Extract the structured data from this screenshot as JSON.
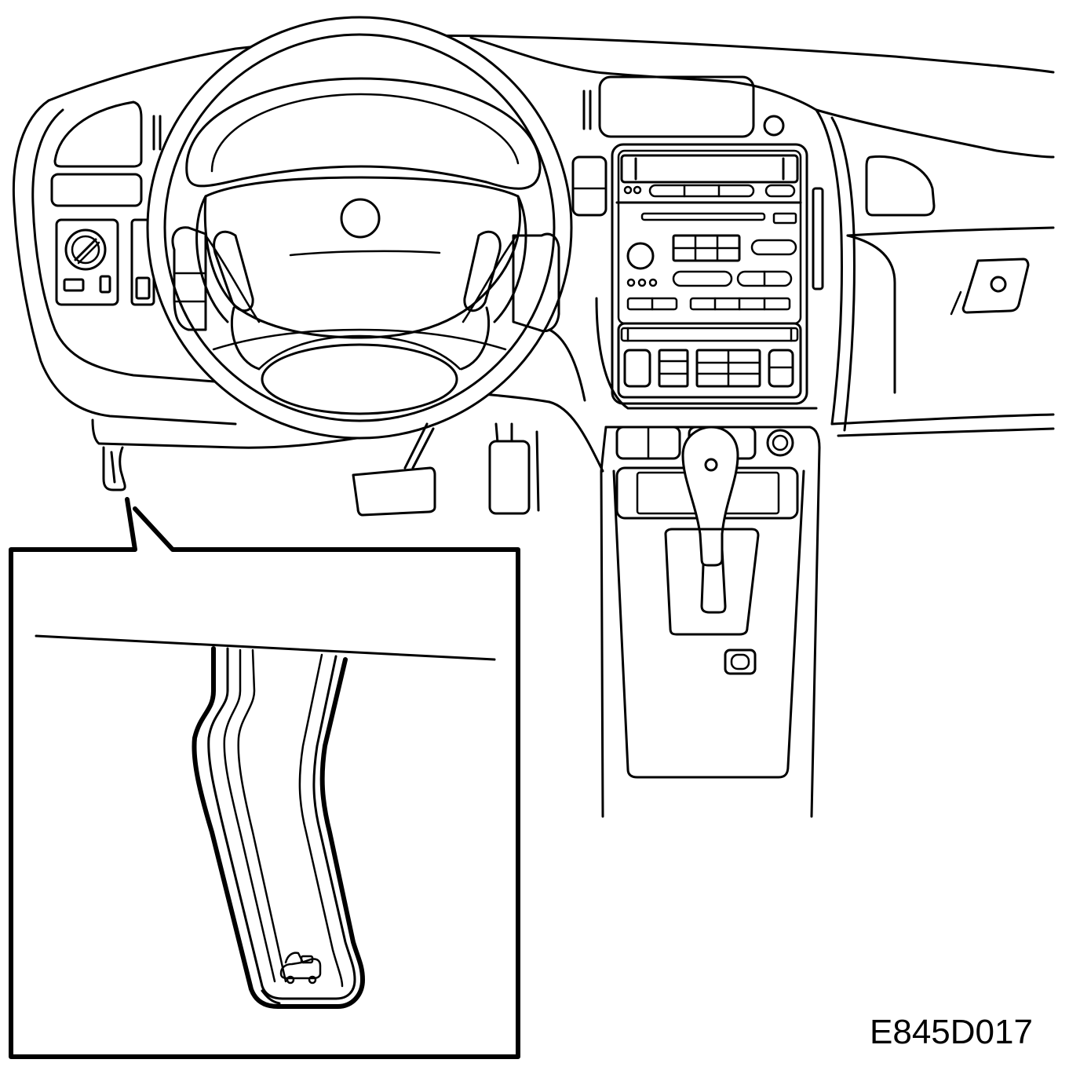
{
  "figure": {
    "id_label": "E845D017"
  },
  "parts": {
    "dashboard": "dashboard",
    "steering_wheel": "steering-wheel",
    "center_console": "center-console",
    "gear_lever": "gear-lever",
    "hood_release_handle": "hood-release-handle",
    "hood_symbol": "hood-open-icon"
  },
  "colors": {
    "line": "#000000",
    "background": "#ffffff"
  }
}
